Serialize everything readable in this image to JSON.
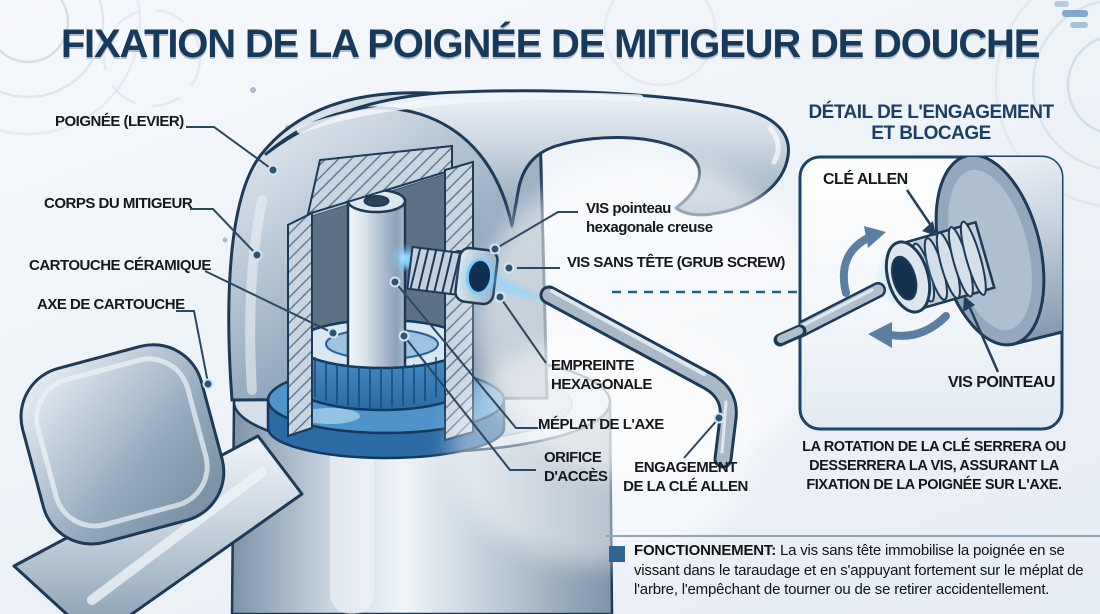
{
  "title": "FIXATION DE LA POIGNÉE DE MITIGEUR DE DOUCHE",
  "labels": {
    "poignee": "POIGNÉE (LEVIER)",
    "corps": "CORPS DU MITIGEUR",
    "cartouche": "CARTOUCHE CÉRAMIQUE",
    "axe": "AXE DE CARTOUCHE",
    "vis_pointeau_1": "VIS pointeau",
    "vis_pointeau_2": "hexagonale creuse",
    "vis_sans_tete": "VIS SANS TÊTE (GRUB SCREW)",
    "empreinte_1": "EMPREINTE",
    "empreinte_2": "HEXAGONALE",
    "meplat": "MÉPLAT DE L'AXE",
    "orifice_1": "ORIFICE",
    "orifice_2": "D'ACCÈS",
    "engagement_1": "ENGAGEMENT",
    "engagement_2": "DE LA CLÉ ALLEN"
  },
  "detail_panel": {
    "heading": "DÉTAIL DE L'ENGAGEMENT ET BLOCAGE",
    "cle_allen": "CLÉ ALLEN",
    "vis_pointeau": "VIS POINTEAU",
    "caption": "LA ROTATION DE LA CLÉ SERRERA OU DESSERRERA LA VIS, ASSURANT LA FIXATION DE LA POIGNÉE SUR L'AXE."
  },
  "footer": {
    "label": "FONCTIONNEMENT:",
    "text": " La vis sans tête immobilise la poignée en se vissant dans le taraudage et en s'appuyant fortement sur le méplat de l'arbre, l'empêchant de tourner ou de se retirer accidentellement."
  },
  "colors": {
    "title": "#17395B",
    "outline_navy": "#1D3A57",
    "accent_blue": "#2F6494",
    "cartridge_blue": "#3F85BD",
    "glow_cyan": "#9FDCFF",
    "background": "#F2F6FA"
  }
}
